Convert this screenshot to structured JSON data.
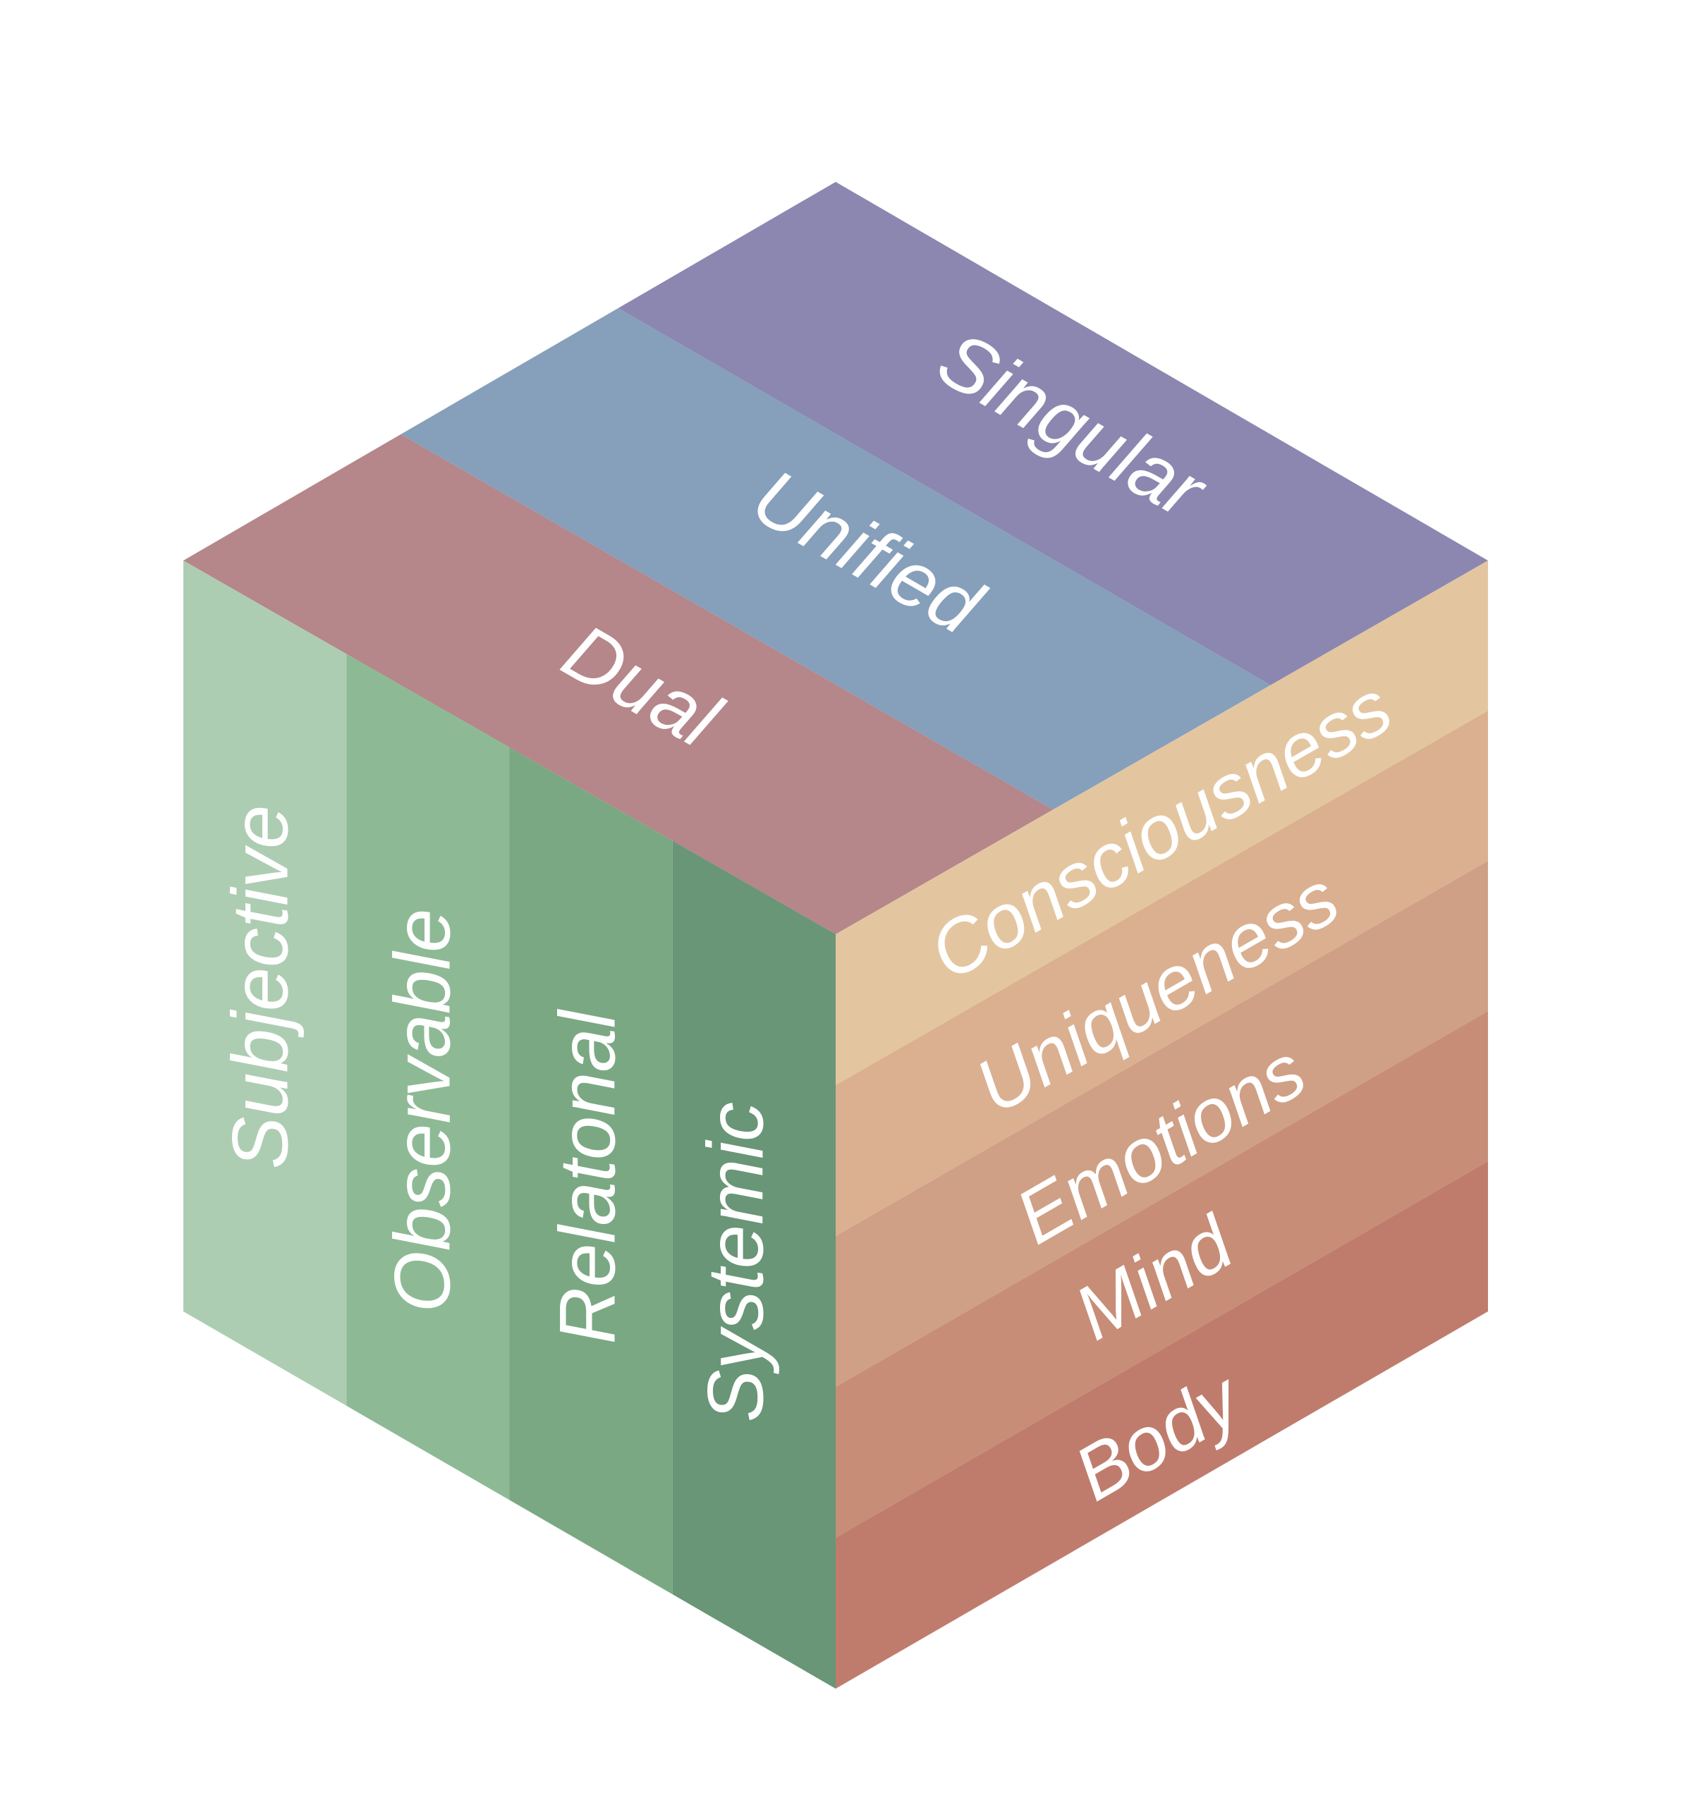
{
  "top_face": {
    "bands": [
      {
        "label": "Singular",
        "color": "#8b87b0"
      },
      {
        "label": "Unified",
        "color": "#869fbb"
      },
      {
        "label": "Dual",
        "color": "#b5868a"
      }
    ]
  },
  "left_face": {
    "columns": [
      {
        "label": "Subjective",
        "color": "#adcdb2"
      },
      {
        "label": "Observable",
        "color": "#8dba95"
      },
      {
        "label": "Relatonal",
        "color": "#7aa883"
      },
      {
        "label": "Systemic",
        "color": "#689676"
      }
    ]
  },
  "right_face": {
    "layers": [
      {
        "label": "Consciousness",
        "color": "#e3c6a0"
      },
      {
        "label": "Uniqueness",
        "color": "#dab091"
      },
      {
        "label": "Emotions",
        "color": "#cfa085"
      },
      {
        "label": "Mind",
        "color": "#c78d76"
      },
      {
        "label": "Body",
        "color": "#bf7c6d"
      }
    ]
  }
}
